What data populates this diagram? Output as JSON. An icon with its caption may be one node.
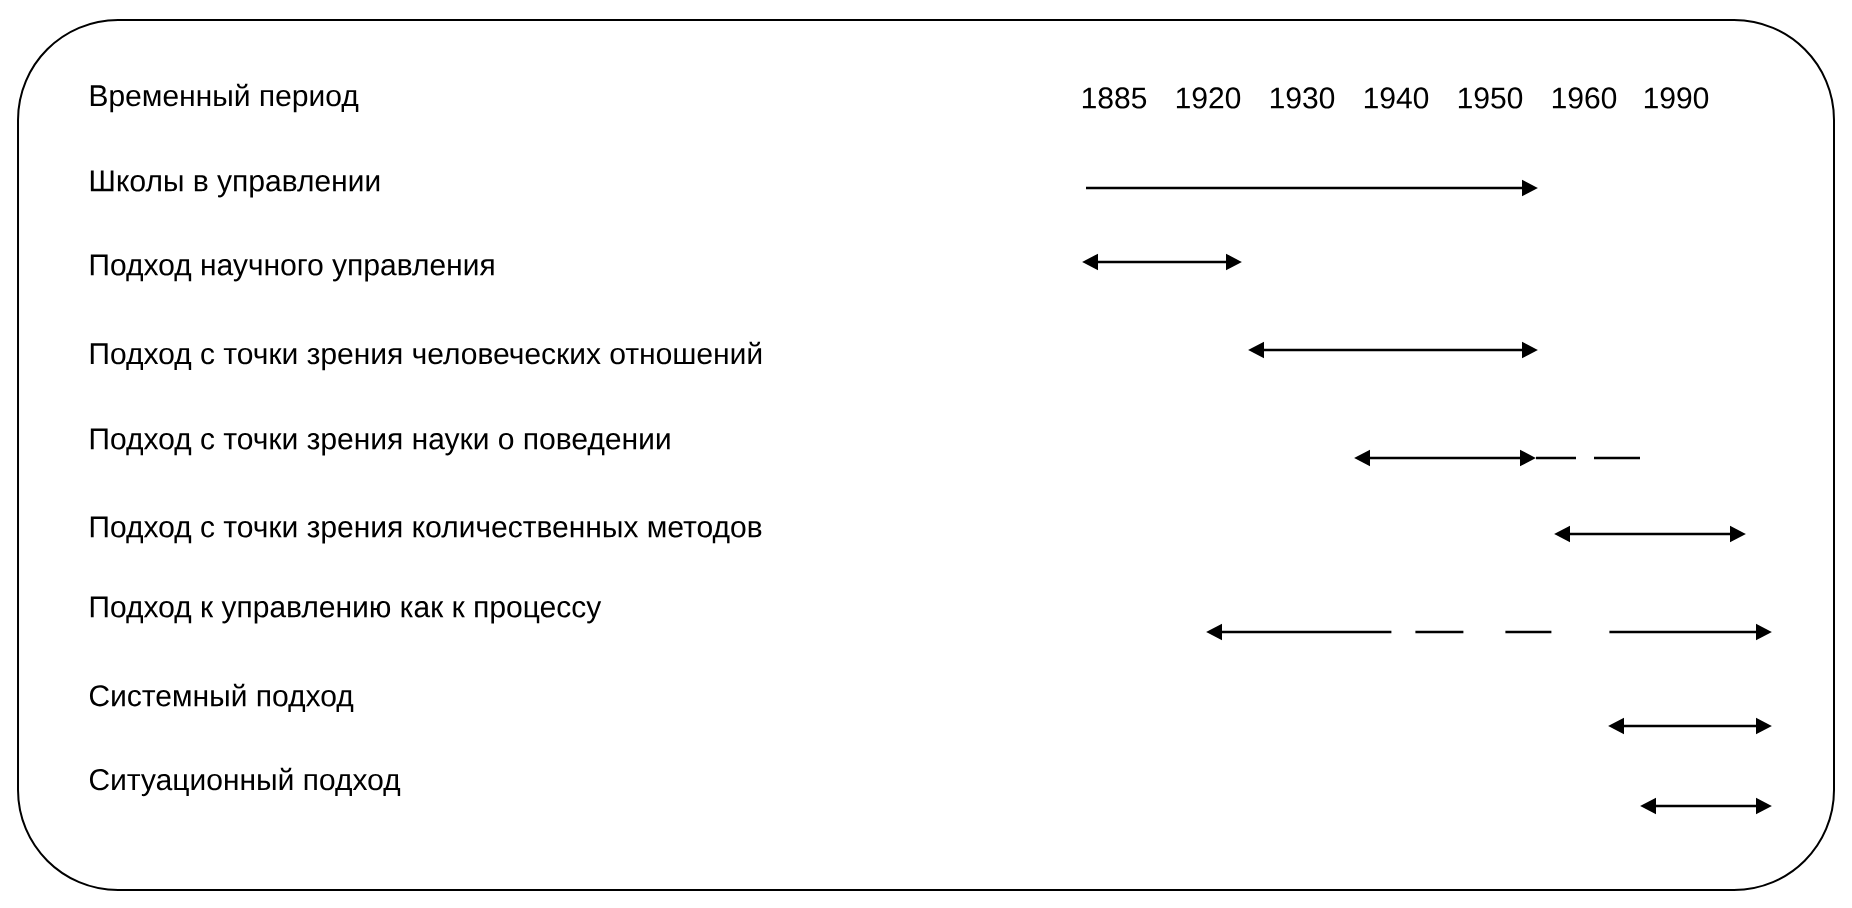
{
  "diagram": {
    "labels": [
      "Временный период",
      "1885",
      "1920",
      "1930",
      "1940",
      "1950",
      "1960",
      "1990",
      "Школы в управлении",
      "Подход научного управления",
      "Подход с точки зрения человеческих отношений",
      "Подход с точки зрения науки о поведении",
      "Подход с точки зрения количественных методов",
      "Подход к управлению как к процессу",
      "Системный подход",
      "Ситуационный подход"
    ]
  }
}
